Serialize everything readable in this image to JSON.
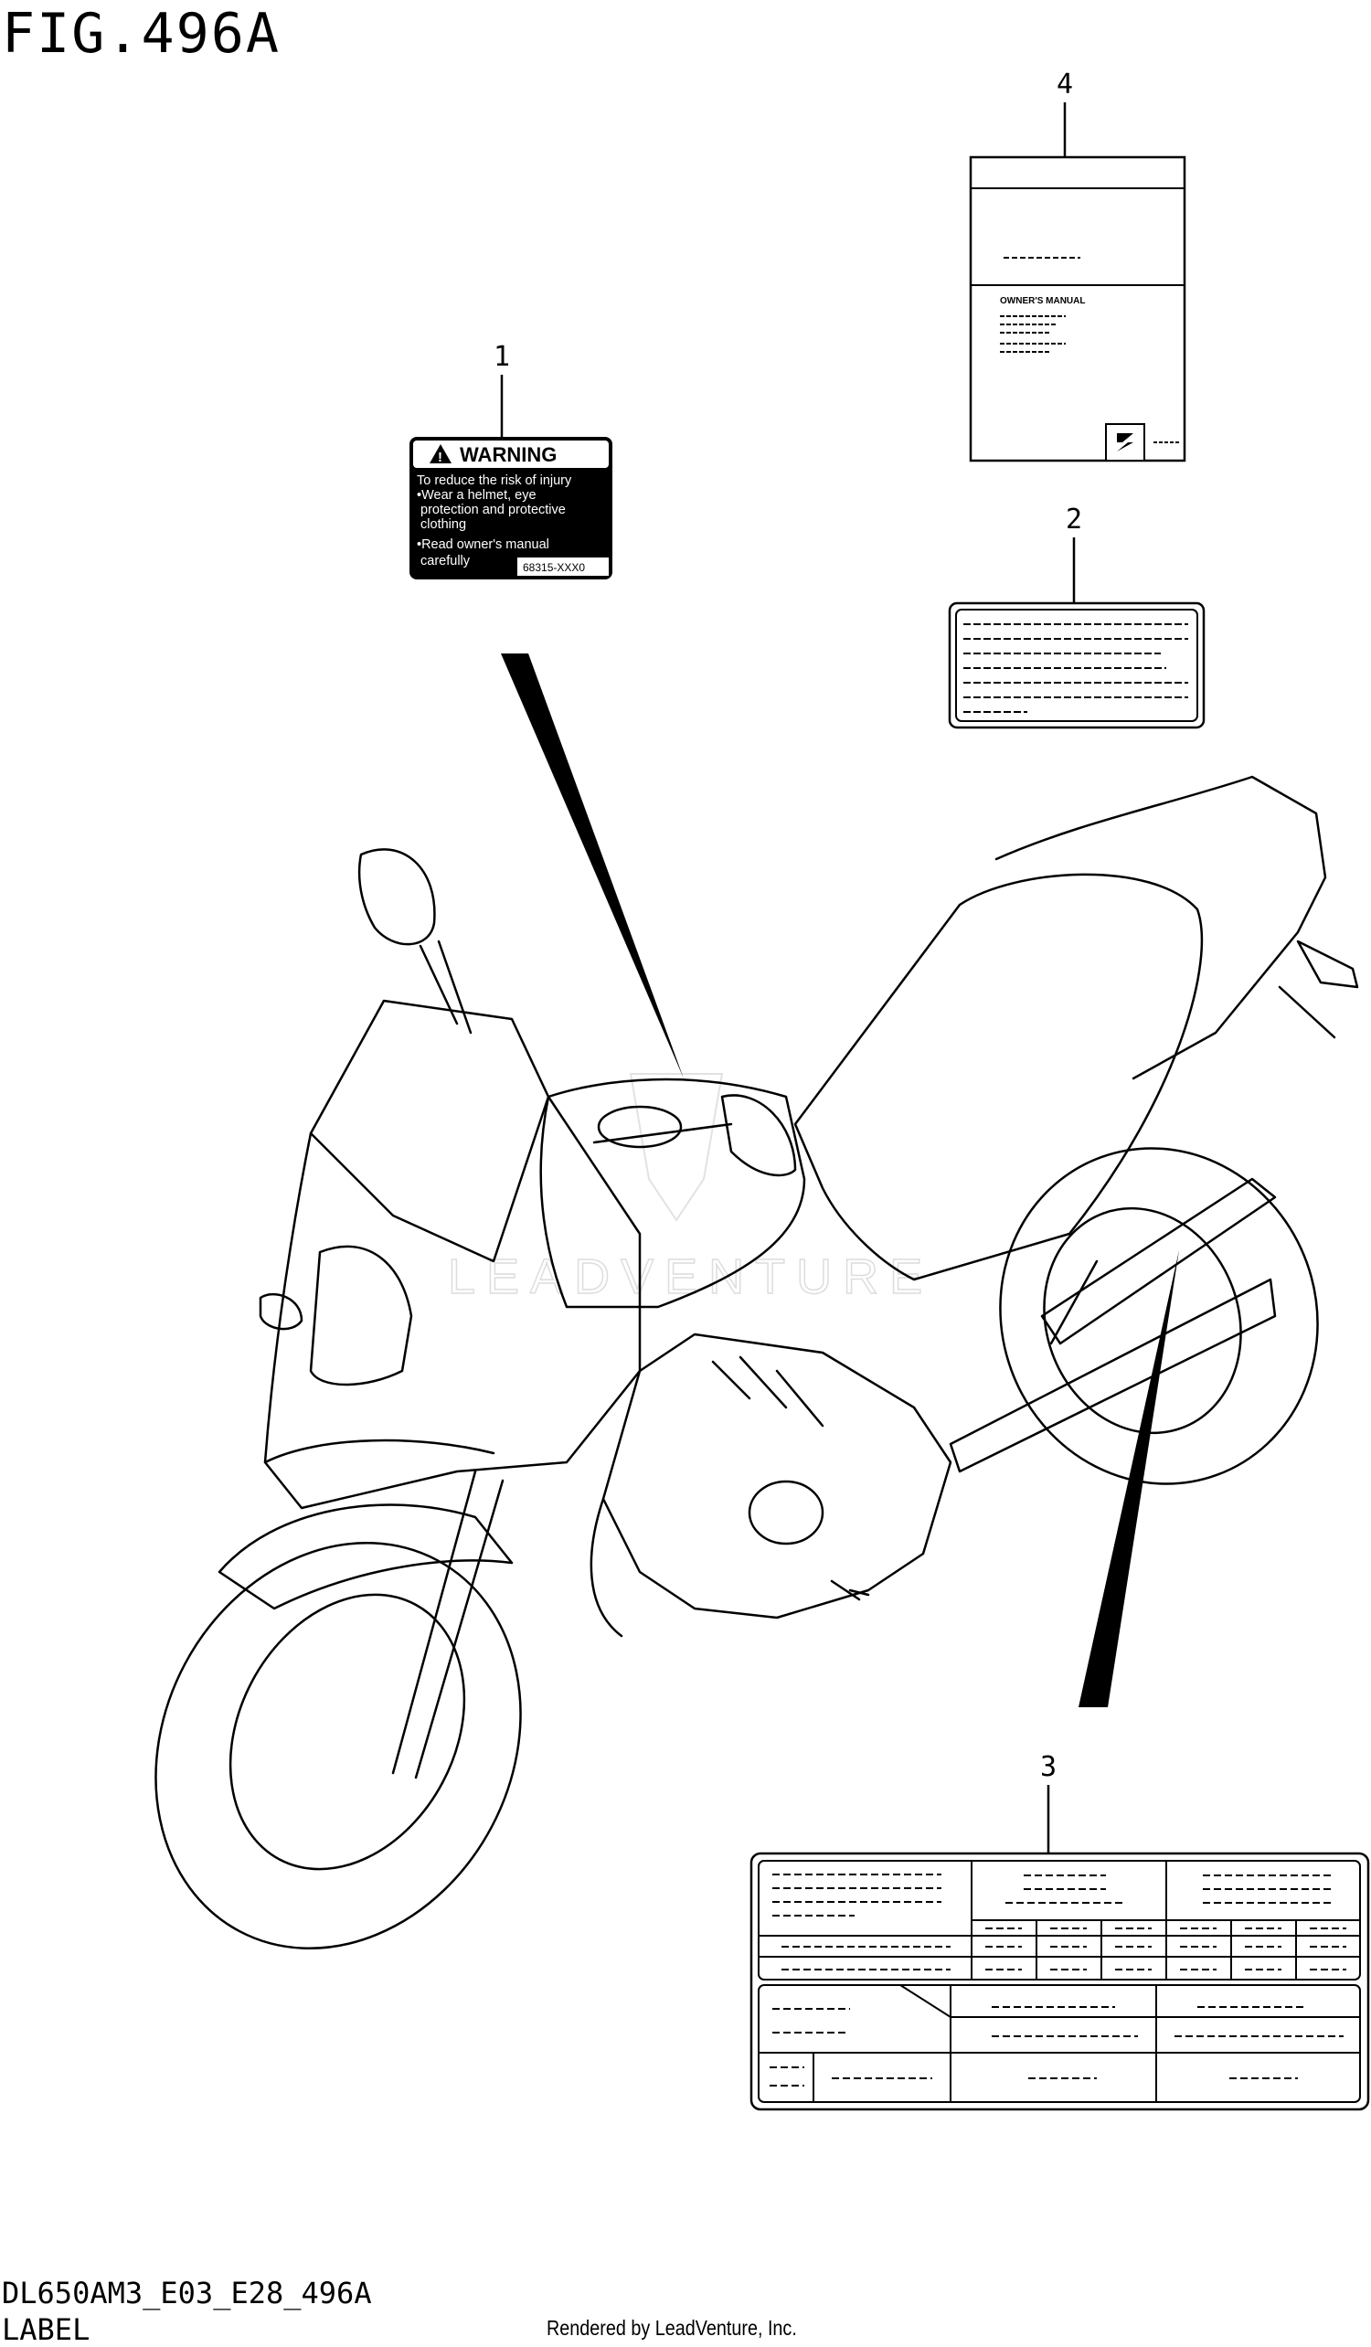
{
  "figure": {
    "title": "FIG.496A",
    "model_code": "DL650AM3_E03_E28_496A",
    "section": "LABEL",
    "credit": "Rendered by LeadVenture, Inc.",
    "watermark": "LEADVENTURE"
  },
  "callouts": [
    "1",
    "2",
    "3",
    "4"
  ],
  "label_1_warning": {
    "heading": "WARNING",
    "lines": [
      "To reduce the risk of injury",
      "•Wear a helmet, eye",
      " protection and protective",
      " clothing",
      "•Read owner's manual",
      " carefully"
    ],
    "part_code": "68315-XXX0"
  },
  "label_4_manual": {
    "title": "OWNER'S MANUAL"
  }
}
